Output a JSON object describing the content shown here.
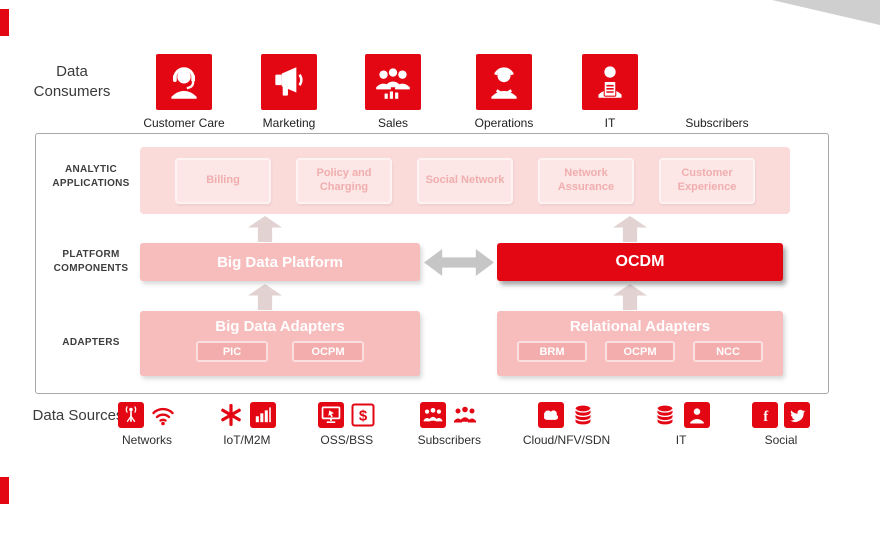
{
  "colors": {
    "accent": "#e30613",
    "pink": "#f7bdbd",
    "pink_light": "#fbdada",
    "pink_box_text": "#f0aeae",
    "arrow": "#e2d2d2",
    "arrow_gray": "#c6c6c6"
  },
  "consumers": {
    "section_label": "Data Consumers",
    "items": [
      {
        "label": "Customer Care",
        "icon": "customer-care-icon"
      },
      {
        "label": "Marketing",
        "icon": "megaphone-icon"
      },
      {
        "label": "Sales",
        "icon": "sales-icon"
      },
      {
        "label": "Operations",
        "icon": "operations-icon"
      },
      {
        "label": "IT",
        "icon": "it-icon"
      },
      {
        "label": "Subscribers",
        "icon": ""
      }
    ]
  },
  "diagram": {
    "row_labels": {
      "analytic": "ANALYTIC APPLICATIONS",
      "platform": "PLATFORM COMPONENTS",
      "adapters": "ADAPTERS"
    },
    "analytic_apps": [
      {
        "label": "Billing"
      },
      {
        "label": "Policy and Charging"
      },
      {
        "label": "Social Network"
      },
      {
        "label": "Network Assurance"
      },
      {
        "label": "Customer Experience"
      }
    ],
    "platform": {
      "left": "Big Data Platform",
      "right": "OCDM"
    },
    "adapters": {
      "left": {
        "title": "Big Data Adapters",
        "items": [
          {
            "label": "PIC"
          },
          {
            "label": "OCPM"
          }
        ]
      },
      "right": {
        "title": "Relational Adapters",
        "items": [
          {
            "label": "BRM"
          },
          {
            "label": "OCPM"
          },
          {
            "label": "NCC"
          }
        ]
      }
    }
  },
  "sources": {
    "section_label": "Data Sources",
    "groups": [
      {
        "label": "Networks",
        "icons": [
          "antenna-icon",
          "wifi-icon"
        ]
      },
      {
        "label": "IoT/M2M",
        "icons": [
          "star-of-life-icon",
          "signal-meter-icon"
        ]
      },
      {
        "label": "OSS/BSS",
        "icons": [
          "monitor-icon",
          "dollar-icon"
        ]
      },
      {
        "label": "Subscribers",
        "icons": [
          "people-group-icon",
          "crowd-icon"
        ]
      },
      {
        "label": "Cloud/NFV/SDN",
        "icons": [
          "cloud-icon",
          "coins-icon"
        ]
      },
      {
        "label": "IT",
        "icons": [
          "database-icon",
          "it-person-icon"
        ]
      },
      {
        "label": "Social",
        "icons": [
          "facebook-icon",
          "twitter-bird-icon"
        ]
      }
    ]
  }
}
